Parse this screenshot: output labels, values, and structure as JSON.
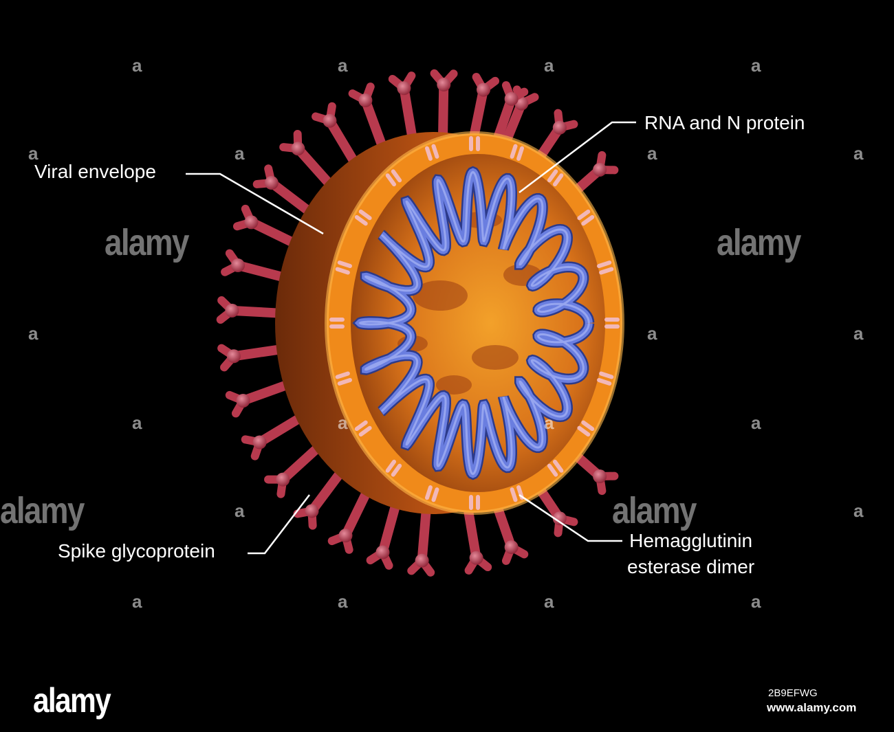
{
  "labels": {
    "rna": "RNA and N protein",
    "envelope": "Viral envelope",
    "spike": "Spike glycoprotein",
    "he_line1": "Hemagglutinin",
    "he_line2": "esterase dimer"
  },
  "watermark": {
    "small": "a",
    "big": "alamy"
  },
  "footer": {
    "logo": "alamy",
    "image_id": "2B9EFWG",
    "url": "www.alamy.com"
  },
  "colors": {
    "background": "#000000",
    "envelope": "#f08a1a",
    "spike": "#b83a4e",
    "helix": "#6a7ee0",
    "dimer": "#f2b8b8",
    "leader": "#ffffff"
  }
}
